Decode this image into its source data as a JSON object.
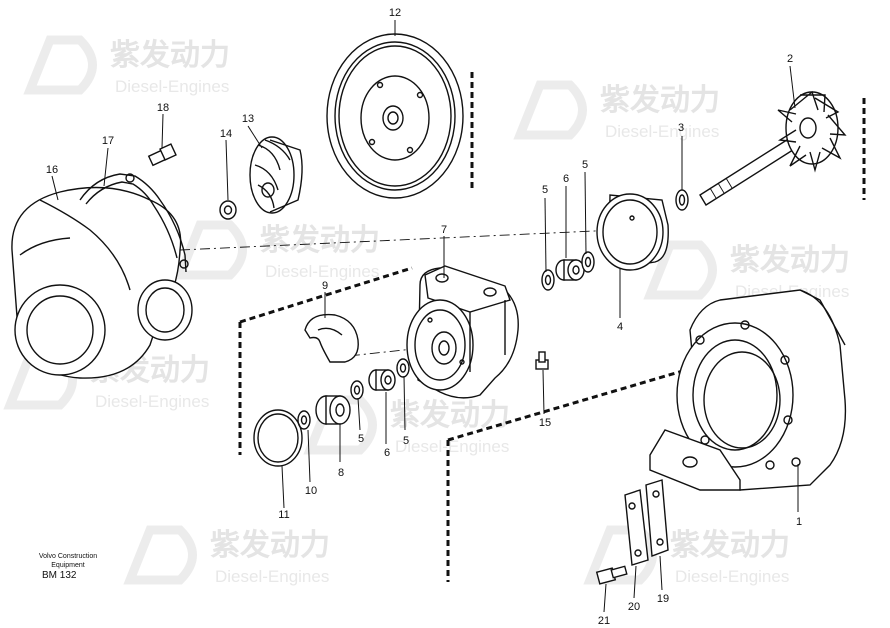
{
  "watermark": {
    "brand_cn": "紫发动力",
    "brand_en": "Diesel-Engines"
  },
  "credit": {
    "line1": "Volvo Construction",
    "line2": "Equipment",
    "code": "BM 132"
  },
  "callouts": [
    "1",
    "2",
    "3",
    "4",
    "5",
    "5",
    "5",
    "5",
    "6",
    "6",
    "7",
    "8",
    "9",
    "10",
    "11",
    "12",
    "13",
    "14",
    "15",
    "16",
    "17",
    "18",
    "19",
    "20",
    "21"
  ]
}
